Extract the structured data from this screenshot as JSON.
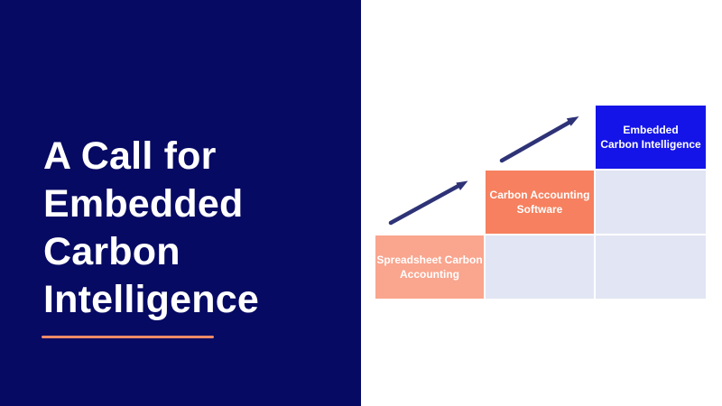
{
  "title": {
    "lines": [
      "A Call for",
      "Embedded",
      "Carbon",
      "Intelligence"
    ]
  },
  "diagram": {
    "steps": [
      {
        "line1": "Spreadsheet Carbon",
        "line2": "Accounting"
      },
      {
        "line1": "Carbon Accounting",
        "line2": "Software"
      },
      {
        "line1": "Embedded",
        "line2": "Carbon Intelligence"
      }
    ]
  },
  "colors": {
    "panel-navy": "#070A63",
    "title-text": "#FFFFFF",
    "underline-coral": "#EC8A68",
    "step-salmon": "#FAA58E",
    "step-coral": "#F6805F",
    "step-blue": "#1414E8",
    "cell-lavender": "#E2E5F3",
    "arrow-navy": "#2E3377",
    "canvas-white": "#FFFFFF"
  }
}
